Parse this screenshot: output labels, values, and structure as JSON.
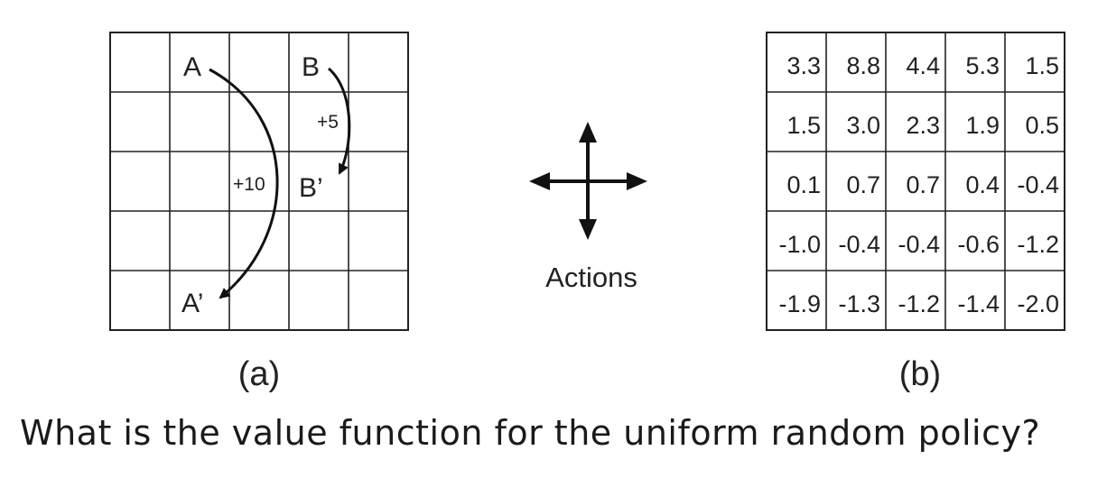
{
  "gridworld": {
    "labels": {
      "A": "A",
      "B": "B",
      "A_prime": "A’",
      "B_prime": "B’"
    },
    "rewards": {
      "A_to_A_prime": "+10",
      "B_to_B_prime": "+5"
    },
    "caption": "(a)"
  },
  "actions": {
    "label": "Actions"
  },
  "value_function": {
    "rows": [
      [
        "3.3",
        "8.8",
        "4.4",
        "5.3",
        "1.5"
      ],
      [
        "1.5",
        "3.0",
        "2.3",
        "1.9",
        "0.5"
      ],
      [
        "0.1",
        "0.7",
        "0.7",
        "0.4",
        "-0.4"
      ],
      [
        "-1.0",
        "-0.4",
        "-0.4",
        "-0.6",
        "-1.2"
      ],
      [
        "-1.9",
        "-1.3",
        "-1.2",
        "-1.4",
        "-2.0"
      ]
    ],
    "caption": "(b)"
  },
  "question": "What is the value function for the uniform random policy?"
}
